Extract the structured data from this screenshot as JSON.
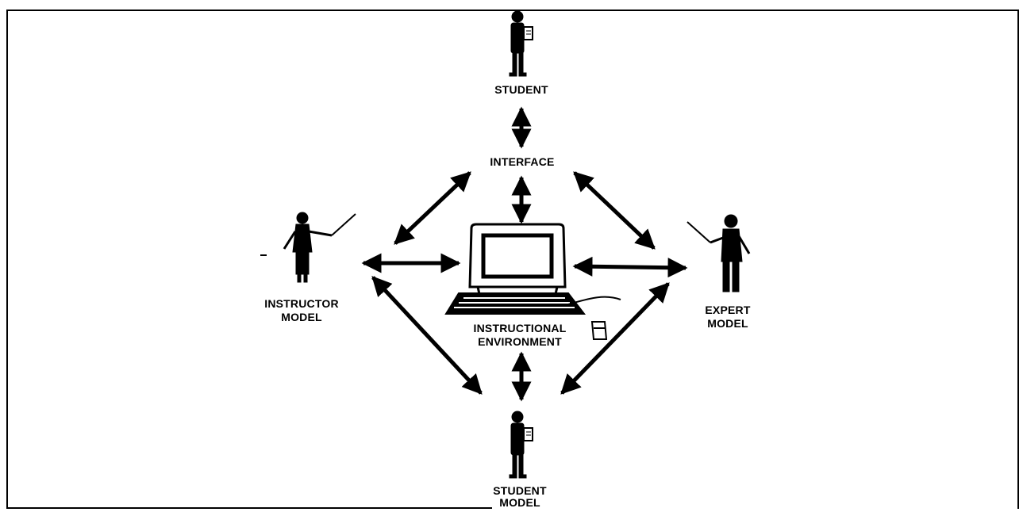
{
  "nodes": {
    "student": {
      "label": "STUDENT"
    },
    "interface": {
      "label": "INTERFACE"
    },
    "instructor_model": {
      "line1": "INSTRUCTOR",
      "line2": "MODEL"
    },
    "expert_model": {
      "line1": "EXPERT",
      "line2": "MODEL"
    },
    "instructional_environment": {
      "line1": "INSTRUCTIONAL",
      "line2": "ENVIRONMENT"
    },
    "student_model": {
      "line1": "STUDENT",
      "line2": "MODEL"
    }
  },
  "connections": [
    {
      "from": "student",
      "to": "interface"
    },
    {
      "from": "interface",
      "to": "instructional_environment"
    },
    {
      "from": "interface",
      "to": "instructor_model"
    },
    {
      "from": "interface",
      "to": "expert_model"
    },
    {
      "from": "instructor_model",
      "to": "instructional_environment"
    },
    {
      "from": "expert_model",
      "to": "instructional_environment"
    },
    {
      "from": "instructor_model",
      "to": "student_model"
    },
    {
      "from": "expert_model",
      "to": "student_model"
    },
    {
      "from": "instructional_environment",
      "to": "student_model"
    }
  ],
  "icons": {
    "student": "student-figure-icon",
    "instructor": "instructor-figure-icon",
    "expert": "expert-figure-icon",
    "computer": "computer-icon",
    "student_model": "student-model-figure-icon"
  },
  "colors": {
    "ink": "#000000",
    "background": "#ffffff"
  }
}
